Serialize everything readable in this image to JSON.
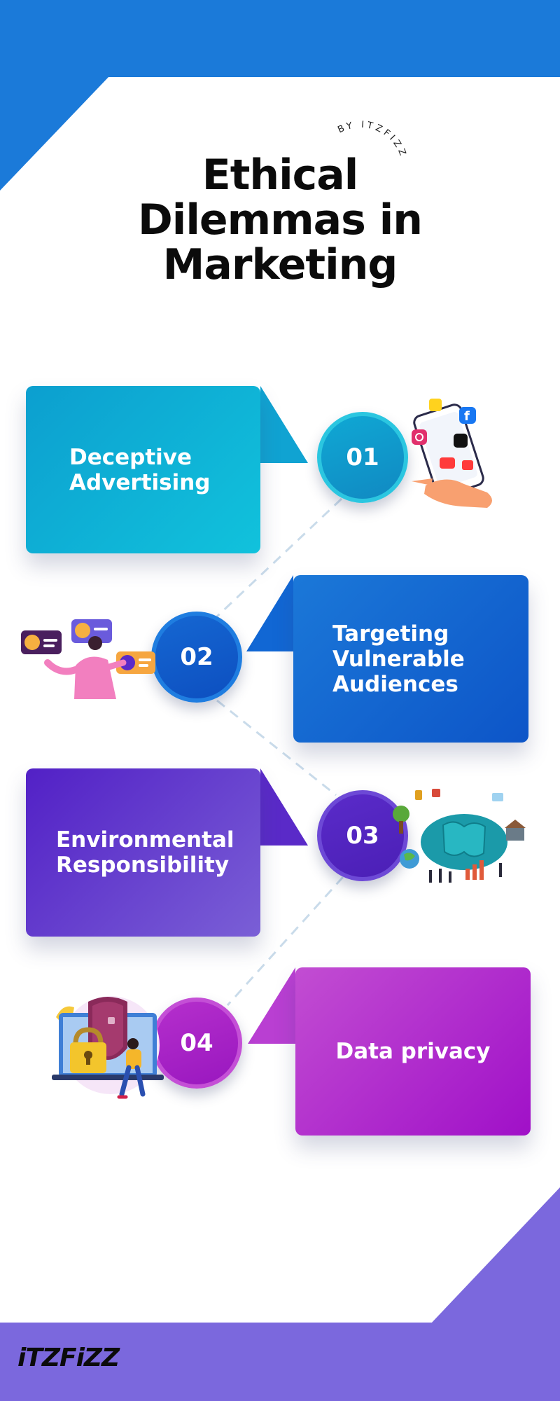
{
  "header": {
    "byline": "BY ITZFIZZ",
    "title_lines": [
      "Ethical",
      "Dilemmas in",
      "Marketing"
    ]
  },
  "colors": {
    "top_band": "#1b7ad9",
    "bottom_band": "#7b68dd",
    "item1": "#0fb3d6",
    "item2": "#1265d3",
    "item3": "#5b2fca",
    "item4": "#b12dd0"
  },
  "items": [
    {
      "number": "01",
      "lines": [
        "Deceptive",
        "Advertising"
      ],
      "icon": "social-media-phone-icon"
    },
    {
      "number": "02",
      "lines": [
        "Targeting",
        "Vulnerable",
        "Audiences"
      ],
      "icon": "person-chat-profiles-icon"
    },
    {
      "number": "03",
      "lines": [
        "Environmental",
        "Responsibility"
      ],
      "icon": "sustainability-puzzle-icon"
    },
    {
      "number": "04",
      "lines": [
        "Data privacy"
      ],
      "icon": "shield-padlock-icon"
    }
  ],
  "footer": {
    "logo": "iTZFiZZ"
  }
}
